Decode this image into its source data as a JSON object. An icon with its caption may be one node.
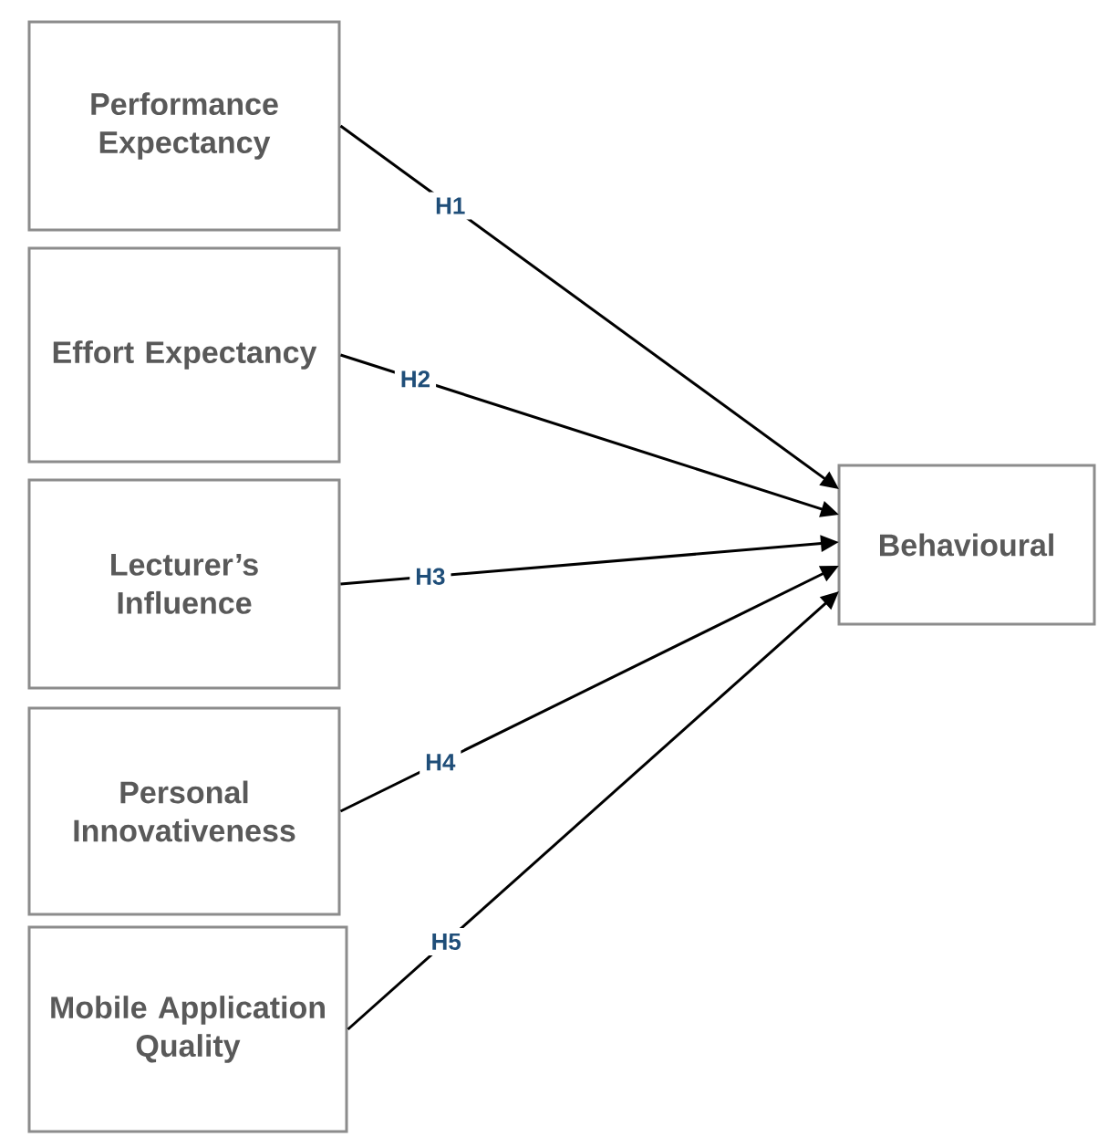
{
  "diagram": {
    "nodes": [
      {
        "text": [
          "Performance Expectancy"
        ]
      },
      {
        "text": [
          "Effort Expectancy"
        ]
      },
      {
        "text": [
          "Lecturer’s Influence"
        ]
      },
      {
        "text": [
          "Personal Innovativeness"
        ]
      },
      {
        "text": [
          "Mobile Application Quality"
        ]
      },
      {
        "text": [
          "Behavioural"
        ]
      }
    ],
    "edges": [
      {
        "from": 0,
        "to": 5,
        "arrow": "to",
        "label": "H1"
      },
      {
        "from": 1,
        "to": 5,
        "arrow": "to",
        "label": "H2"
      },
      {
        "from": 2,
        "to": 5,
        "arrow": "to",
        "label": "H3"
      },
      {
        "from": 3,
        "to": 5,
        "arrow": "to",
        "label": "H4"
      },
      {
        "from": 4,
        "to": 5,
        "arrow": "to",
        "label": "H5"
      }
    ]
  }
}
